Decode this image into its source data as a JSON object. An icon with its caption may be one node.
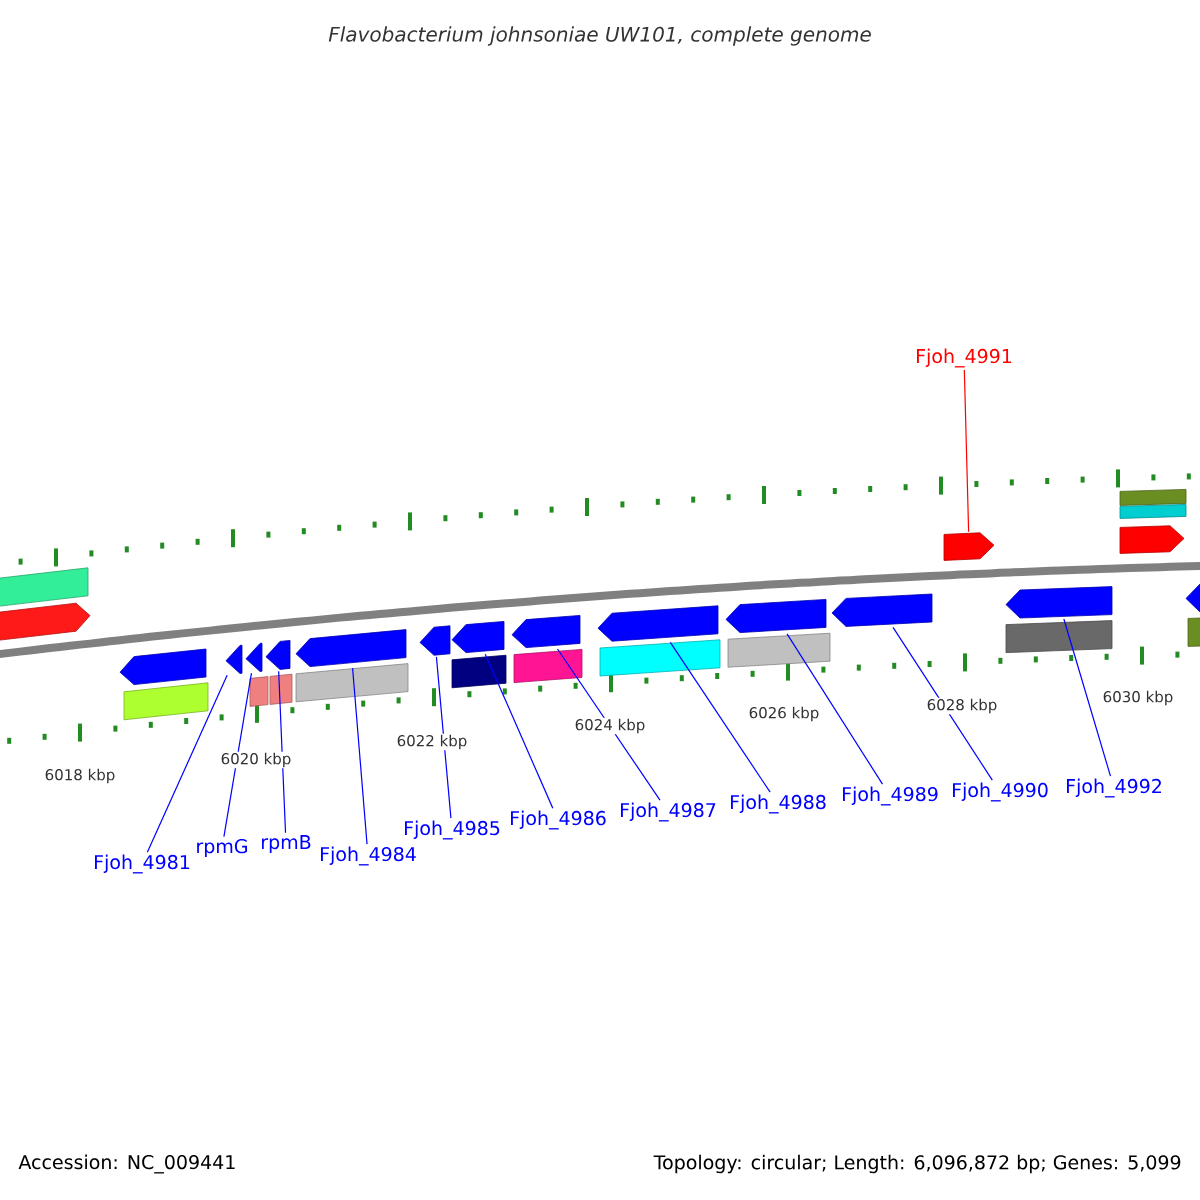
{
  "diagram": {
    "title": "Flavobacterium johnsoniae UW101, complete genome",
    "nodes": [
      {
        "text": [
          "Fjoh_4991"
        ]
      },
      {
        "text": [],
        "shape": "arrow"
      },
      {
        "text": [],
        "shape": "arrow"
      },
      {
        "text": [],
        "shape": "arrow"
      },
      {
        "text": [],
        "shape": "arrow"
      },
      {
        "text": [],
        "shape": "arrow"
      },
      {
        "text": [],
        "shape": "arrow"
      },
      {
        "text": [],
        "shape": "arrow"
      },
      {
        "text": [],
        "shape": "arrow"
      },
      {
        "text": [],
        "shape": "arrow"
      },
      {
        "text": [],
        "shape": "arrow"
      },
      {
        "text": [],
        "shape": "arrow"
      },
      {
        "text": [],
        "shape": "arrow"
      },
      {
        "text": [
          "Fjoh_4981"
        ]
      },
      {
        "text": [
          "rpmG"
        ]
      },
      {
        "text": [
          "rpmB"
        ]
      },
      {
        "text": [
          "Fjoh_4984"
        ]
      },
      {
        "text": [
          "Fjoh_4985"
        ]
      },
      {
        "text": [
          "Fjoh_4986"
        ]
      },
      {
        "text": [
          "Fjoh_4987"
        ]
      },
      {
        "text": [
          "Fjoh_4988"
        ]
      },
      {
        "text": [
          "Fjoh_4989"
        ]
      },
      {
        "text": [
          "Fjoh_4990"
        ]
      },
      {
        "text": [
          "Fjoh_4992"
        ]
      },
      {
        "text": [],
        "shape": "arrow"
      },
      {
        "text": [],
        "shape": "arrow"
      },
      {
        "text": [],
        "shape": "arrow"
      },
      {
        "text": [],
        "shape": "arrow"
      }
    ],
    "edges": [
      {
        "from": 0,
        "to": 1,
        "arrow": "none",
        "color": "#ff0000"
      },
      {
        "from": 13,
        "to": 2,
        "arrow": "none"
      },
      {
        "from": 14,
        "to": 3,
        "arrow": "none"
      },
      {
        "from": 15,
        "to": 4,
        "arrow": "none"
      },
      {
        "from": 16,
        "to": 5,
        "arrow": "none"
      },
      {
        "from": 17,
        "to": 6,
        "arrow": "none"
      },
      {
        "from": 18,
        "to": 7,
        "arrow": "none"
      },
      {
        "from": 19,
        "to": 8,
        "arrow": "none"
      },
      {
        "from": 20,
        "to": 9,
        "arrow": "none"
      },
      {
        "from": 21,
        "to": 10,
        "arrow": "none"
      },
      {
        "from": 22,
        "to": 11,
        "arrow": "none"
      },
      {
        "from": 23,
        "to": 12,
        "arrow": "none"
      }
    ],
    "labels": [
      "6018 kbp",
      "6020 kbp",
      "6022 kbp",
      "6024 kbp",
      "6026 kbp",
      "6028 kbp",
      "6030 kbp",
      "Accession: NC_009441",
      "Topology: circular; Length: 6,096,872 bp; Genes: 5,099"
    ]
  }
}
